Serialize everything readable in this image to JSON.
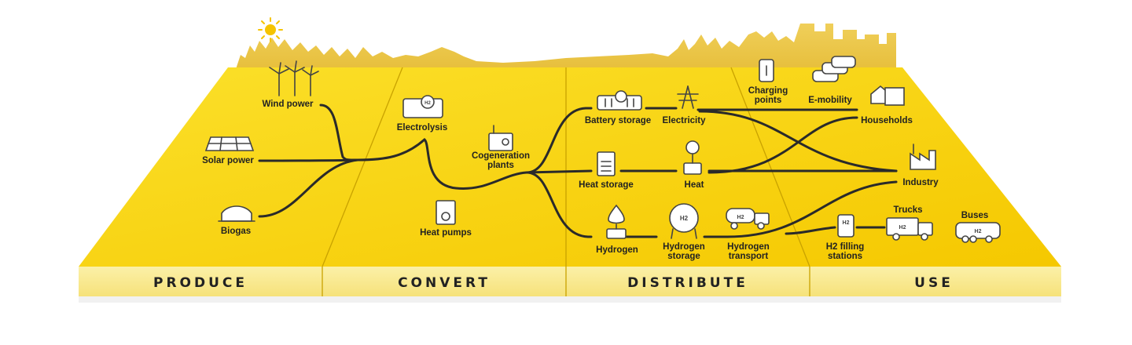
{
  "stages": [
    "PRODUCE",
    "CONVERT",
    "DISTRIBUTE",
    "USE"
  ],
  "nodes": {
    "wind": "Wind power",
    "solar": "Solar power",
    "biogas": "Biogas",
    "electrolysis": "Electrolysis",
    "cogen_1": "Cogeneration",
    "cogen_2": "plants",
    "heat_pumps": "Heat pumps",
    "battery": "Battery storage",
    "electricity": "Electricity",
    "heat_storage": "Heat storage",
    "heat": "Heat",
    "hydrogen": "Hydrogen",
    "h2_storage_1": "Hydrogen",
    "h2_storage_2": "storage",
    "h2_transport_1": "Hydrogen",
    "h2_transport_2": "transport",
    "charging_1": "Charging",
    "charging_2": "points",
    "emobility": "E-mobility",
    "households": "Households",
    "industry": "Industry",
    "h2_filling_1": "H2 filling",
    "h2_filling_2": "stations",
    "trucks": "Trucks",
    "buses": "Buses"
  },
  "icon_text": {
    "h2": "H2"
  },
  "colors": {
    "platform": "#f7d21b",
    "front": "#faeea0",
    "skyline": "#ecc64a",
    "flow": "#2a2a2a"
  }
}
